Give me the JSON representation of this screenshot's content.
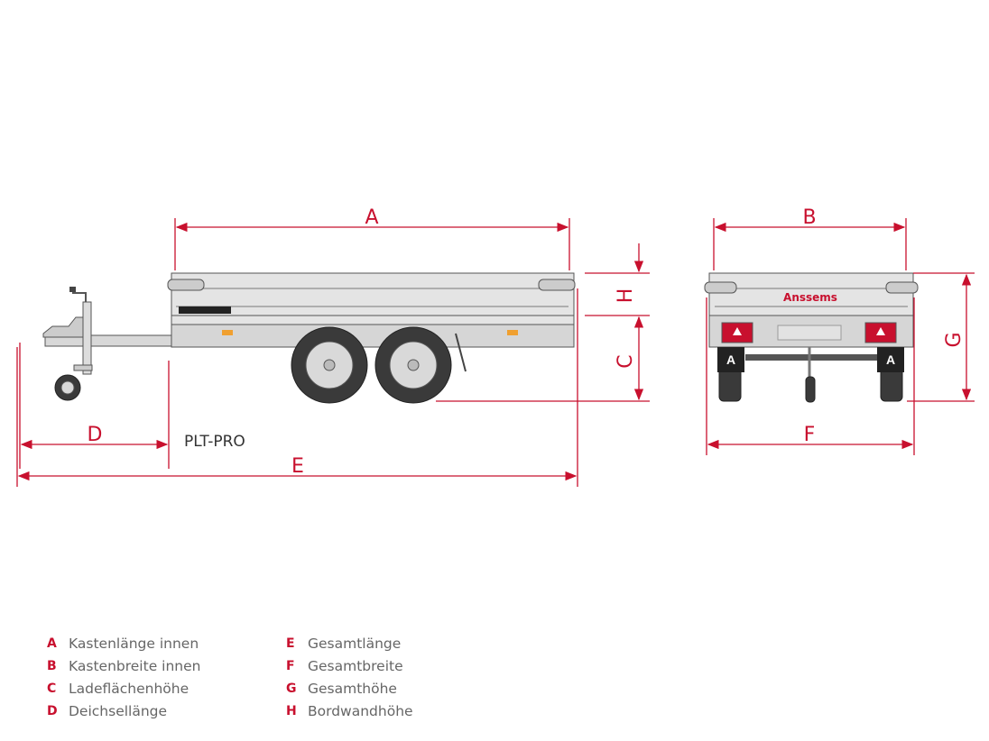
{
  "model": "PLT-PRO",
  "brand": "Anssems",
  "colors": {
    "accent": "#c8102e",
    "body": "#e4e4e4",
    "tire": "#3a3a3a"
  },
  "dimension_labels": {
    "A": "A",
    "B": "B",
    "C": "C",
    "D": "D",
    "E": "E",
    "F": "F",
    "G": "G",
    "H": "H"
  },
  "legend": [
    {
      "key": "A",
      "label": "Kastenlänge innen"
    },
    {
      "key": "E",
      "label": "Gesamtlänge"
    },
    {
      "key": "B",
      "label": "Kastenbreite innen"
    },
    {
      "key": "F",
      "label": "Gesamtbreite"
    },
    {
      "key": "C",
      "label": "Ladeflächenhöhe"
    },
    {
      "key": "G",
      "label": "Gesamthöhe"
    },
    {
      "key": "D",
      "label": "Deichsellänge"
    },
    {
      "key": "H",
      "label": "Bordwandhöhe"
    }
  ]
}
